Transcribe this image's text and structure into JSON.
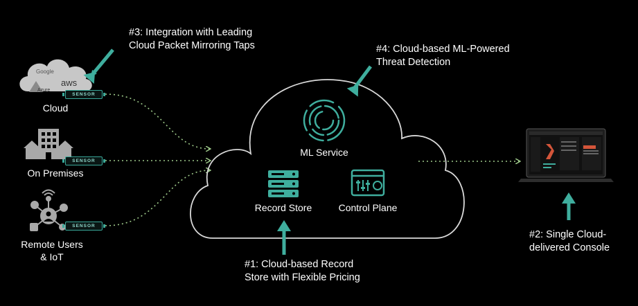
{
  "sources": {
    "cloud": {
      "label": "Cloud",
      "provider_google": "Google",
      "provider_aws": "aws",
      "provider_azure": "Azure"
    },
    "premises": {
      "label": "On Premises"
    },
    "remote": {
      "label_line1": "Remote Users",
      "label_line2": "& IoT"
    },
    "sensor_label": "SENSOR"
  },
  "services": {
    "ml_service": "ML Service",
    "record_store": "Record Store",
    "control_plane": "Control Plane"
  },
  "callouts": {
    "c1": {
      "line1": "#1:  Cloud-based Record",
      "line2": "Store with Flexible Pricing"
    },
    "c2": {
      "line1": "#2:  Single Cloud-",
      "line2": "delivered Console"
    },
    "c3": {
      "line1": "#3:  Integration with Leading",
      "line2": "Cloud Packet Mirroring Taps"
    },
    "c4": {
      "line1": "#4:  Cloud-based ML-Powered",
      "line2": "Threat Detection"
    }
  },
  "colors": {
    "accent": "#3fae9e",
    "dotted": "#9ec98a",
    "cloud_outline": "#d9d9d9",
    "icon_gray": "#a9a9a9"
  }
}
